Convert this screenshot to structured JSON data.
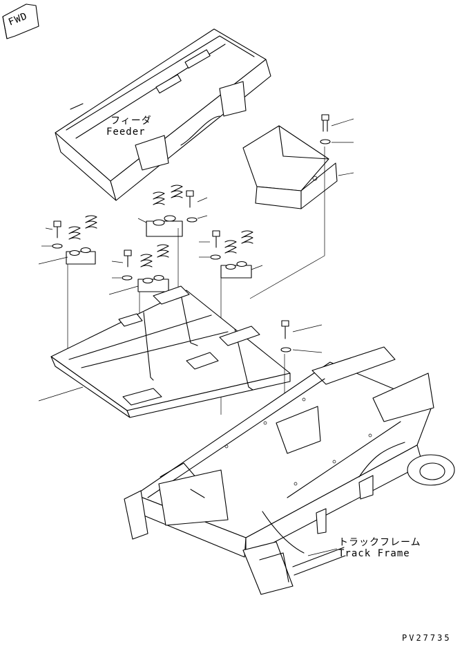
{
  "fwd_arrow": {
    "text": "FWD"
  },
  "feeder": {
    "label_jp": "フィーダ",
    "label_en": "Feeder"
  },
  "track_frame": {
    "label_jp": "トラックフレーム",
    "label_en": "Track Frame"
  },
  "drawing_number": "PV27735"
}
